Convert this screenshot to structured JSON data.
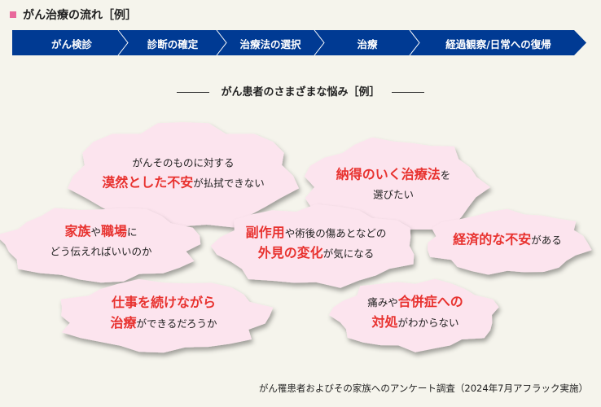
{
  "header": {
    "title": "がん治療の流れ［例］"
  },
  "flow": {
    "color": "#003a93",
    "steps": [
      "がん検診",
      "診断の確定",
      "治療法の選択",
      "治療",
      "経過観察/日常への復帰"
    ]
  },
  "subtitle": "がん患者のさまざまな悩み［例］",
  "colors": {
    "highlight": "#e8322f",
    "cloud": "#fce4ee",
    "background": "#f5f4ec"
  },
  "clouds": [
    {
      "lines": [
        [
          {
            "t": "がんそのものに対する"
          }
        ],
        [
          {
            "t": "漠然とした不安",
            "h": true
          },
          {
            "t": "が払拭できない"
          }
        ]
      ]
    },
    {
      "lines": [
        [
          {
            "t": "納得のいく治療法",
            "h": true
          },
          {
            "t": "を"
          }
        ],
        [
          {
            "t": "選びたい"
          }
        ]
      ]
    },
    {
      "lines": [
        [
          {
            "t": "家族",
            "h": true
          },
          {
            "t": "や"
          },
          {
            "t": "職場",
            "h": true
          },
          {
            "t": "に"
          }
        ],
        [
          {
            "t": "どう伝えればいいのか"
          }
        ]
      ]
    },
    {
      "lines": [
        [
          {
            "t": "副作用",
            "h": true
          },
          {
            "t": "や術後の傷あとなどの"
          }
        ],
        [
          {
            "t": "外見の変化",
            "h": true
          },
          {
            "t": "が気になる"
          }
        ]
      ]
    },
    {
      "lines": [
        [
          {
            "t": "経済的な不安",
            "h": true
          },
          {
            "t": "がある"
          }
        ]
      ]
    },
    {
      "lines": [
        [
          {
            "t": "仕事を続けながら",
            "h": true
          }
        ],
        [
          {
            "t": "治療",
            "h": true
          },
          {
            "t": "ができるだろうか"
          }
        ]
      ]
    },
    {
      "lines": [
        [
          {
            "t": "痛みや"
          },
          {
            "t": "合併症への",
            "h": true
          }
        ],
        [
          {
            "t": "対処",
            "h": true
          },
          {
            "t": "がわからない"
          }
        ]
      ]
    }
  ],
  "footer": "がん罹患者およびその家族へのアンケート調査（2024年7月アフラック実施）"
}
